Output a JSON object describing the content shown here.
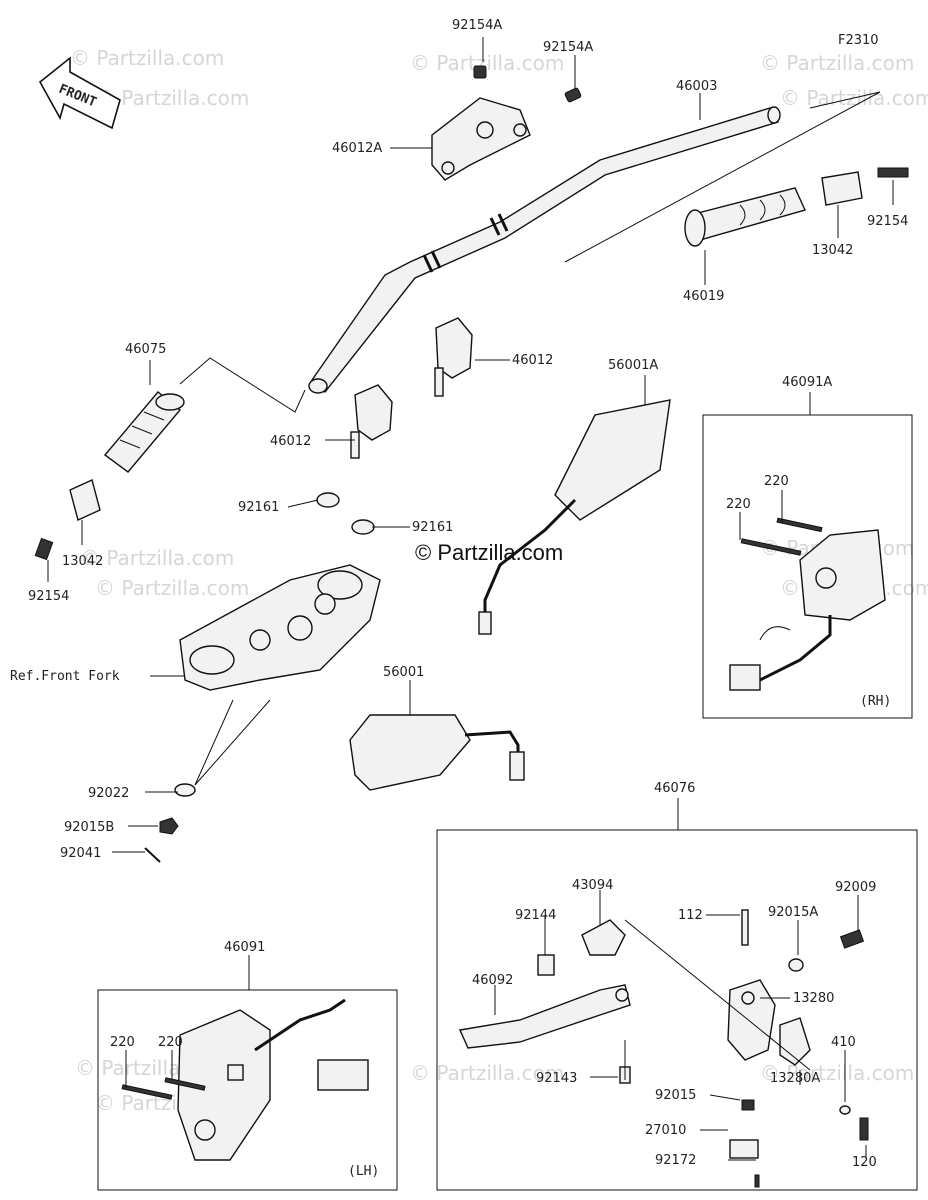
{
  "figure_code": "F2310",
  "front_badge": "FRONT",
  "watermark_text": "© Partzilla.com",
  "center_watermark": "© Partzilla.com",
  "parts": {
    "p92154A_a": "92154A",
    "p92154A_b": "92154A",
    "p46003": "46003",
    "p46012A": "46012A",
    "p92154_r": "92154",
    "p13042_r": "13042",
    "p46019": "46019",
    "p46075": "46075",
    "p46012_a": "46012",
    "p46012_b": "46012",
    "p56001A": "56001A",
    "p46091A": "46091A",
    "p92161_a": "92161",
    "p92161_b": "92161",
    "p13042_l": "13042",
    "p92154_l": "92154",
    "ref_front_fork": "Ref.Front Fork",
    "p56001": "56001",
    "p220_r1": "220",
    "p220_r2": "220",
    "rh": "(RH)",
    "p92022": "92022",
    "p92015B": "92015B",
    "p92041": "92041",
    "p46076": "46076",
    "p43094": "43094",
    "p92144": "92144",
    "p46092": "46092",
    "p92143": "92143",
    "p112": "112",
    "p92015A": "92015A",
    "p92009": "92009",
    "p13280": "13280",
    "p410": "410",
    "p13280A": "13280A",
    "p92015": "92015",
    "p27010": "27010",
    "p92172": "92172",
    "p120": "120",
    "p46091": "46091",
    "p220_l1": "220",
    "p220_l2": "220",
    "lh": "(LH)"
  }
}
